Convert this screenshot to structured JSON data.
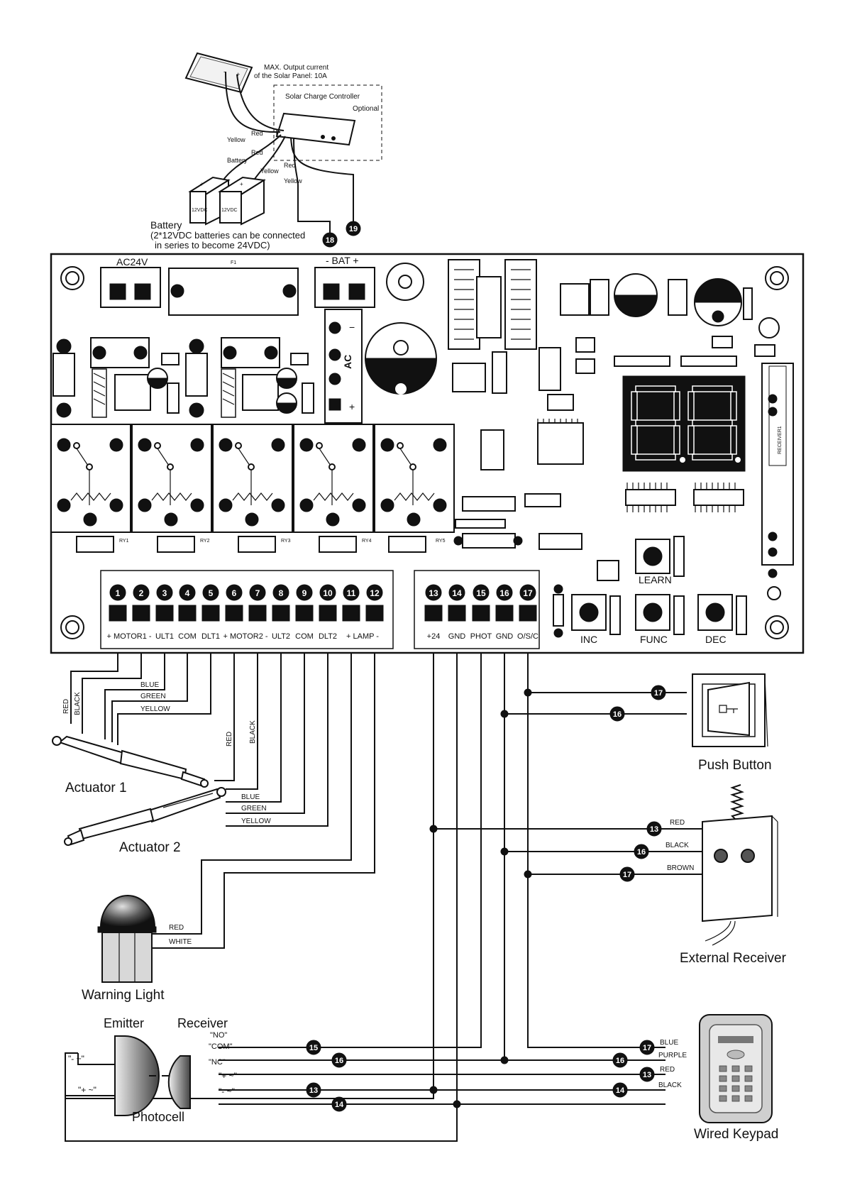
{
  "solar": {
    "max_note_1": "MAX. Output current",
    "max_note_2": "of the Solar Panel: 10A",
    "controller_label": "Solar Charge Controller",
    "optional_label": "Optional",
    "wire_red": "Red",
    "wire_yellow": "Yellow",
    "battery_label_small": "Battery",
    "battery_cell": "12VDC",
    "battery_title": "Battery",
    "battery_note_1": "(2*12VDC batteries can be connected",
    "battery_note_2": "in series to become 24VDC)"
  },
  "board": {
    "ac24v": "AC24V",
    "bat": "- BAT +",
    "ac": "AC",
    "fuse": "F1",
    "relays": [
      "RY1",
      "RY2",
      "RY3",
      "RY4",
      "RY5"
    ],
    "buttons": {
      "learn": "LEARN",
      "inc": "INC",
      "func": "FUNC",
      "dec": "DEC"
    },
    "receiver_module": "RECEIVER1",
    "display": "88"
  },
  "terminals": [
    {
      "num": "1",
      "label": "+ MOTOR1 -"
    },
    {
      "num": "2",
      "label": ""
    },
    {
      "num": "3",
      "label": "ULT1"
    },
    {
      "num": "4",
      "label": "COM"
    },
    {
      "num": "5",
      "label": "DLT1"
    },
    {
      "num": "6",
      "label": "+ MOTOR2 -"
    },
    {
      "num": "7",
      "label": ""
    },
    {
      "num": "8",
      "label": "ULT2"
    },
    {
      "num": "9",
      "label": "COM"
    },
    {
      "num": "10",
      "label": "DLT2"
    },
    {
      "num": "11",
      "label": "+ LAMP -"
    },
    {
      "num": "12",
      "label": ""
    },
    {
      "num": "13",
      "label": "+24"
    },
    {
      "num": "14",
      "label": "GND"
    },
    {
      "num": "15",
      "label": "PHOT"
    },
    {
      "num": "16",
      "label": "GND"
    },
    {
      "num": "17",
      "label": "O/S/C"
    }
  ],
  "bat_terminals": [
    "18",
    "19"
  ],
  "actuator1": {
    "label": "Actuator 1",
    "wires": {
      "red": "RED",
      "black": "BLACK",
      "blue": "BLUE",
      "green": "GREEN",
      "yellow": "YELLOW"
    }
  },
  "actuator2": {
    "label": "Actuator 2",
    "wires": {
      "red": "RED",
      "black": "BLACK",
      "blue": "BLUE",
      "green": "GREEN",
      "yellow": "YELLOW"
    }
  },
  "warning_light": {
    "label": "Warning Light",
    "wire_red": "RED",
    "wire_white": "WHITE"
  },
  "push_button": {
    "label": "Push Button",
    "terminals": [
      "17",
      "16"
    ]
  },
  "external_receiver": {
    "label": "External Receiver",
    "wires": [
      {
        "num": "13",
        "color": "RED"
      },
      {
        "num": "16",
        "color": "BLACK"
      },
      {
        "num": "17",
        "color": "BROWN"
      }
    ]
  },
  "photocell": {
    "label": "Photocell",
    "emitter": "Emitter",
    "receiver": "Receiver",
    "emitter_minus": "\"- ~\"",
    "emitter_plus": "\"+ ~\"",
    "receiver_terms": [
      "\"NO\"",
      "\"COM\"",
      "\"NC\"",
      "\"+ ~\"",
      "\"- ~\""
    ],
    "wire_nums": [
      "15",
      "16",
      "13",
      "14"
    ]
  },
  "keypad": {
    "label": "Wired Keypad",
    "wires": [
      {
        "num": "17",
        "color": "BLUE"
      },
      {
        "num": "16",
        "color": "PURPLE"
      },
      {
        "num": "13",
        "color": "RED"
      },
      {
        "num": "14",
        "color": "BLACK"
      }
    ]
  }
}
